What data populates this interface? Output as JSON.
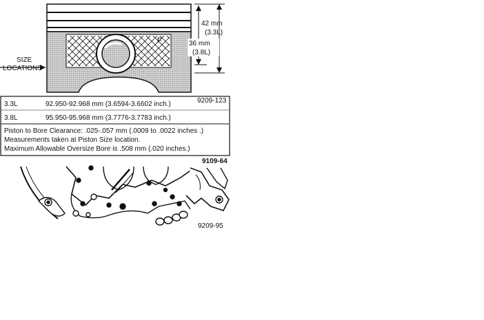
{
  "piston_figure": {
    "label_42": "42 mm",
    "label_42_sub": "(3.3L)",
    "label_36": "36 mm",
    "label_36_sub": "(3.8L)",
    "size_locations_line1": "SIZE",
    "size_locations_line2": "LOCATIONS",
    "front_mark": "F",
    "figure_id": "9209-123"
  },
  "spec_table": {
    "row1_engine": "3.3L",
    "row1_value": "92.950-92.968 mm (3.6594-3.6602 inch.)",
    "row2_engine": "3.8L",
    "row2_value": "95.950-95.968 mm (3.7776-3.7783 inch.)",
    "note1": "Piston to Bore Clearance: .025-.057 mm (.0009 to .0022 inches .)",
    "note2": "Measurements taken at Piston Size location.",
    "note3": "Maximum Allowable Oversize Bore is .508 mm (.020 inches.)",
    "figure_id": "9109-64"
  },
  "engine_figure": {
    "figure_id": "9209-95"
  }
}
